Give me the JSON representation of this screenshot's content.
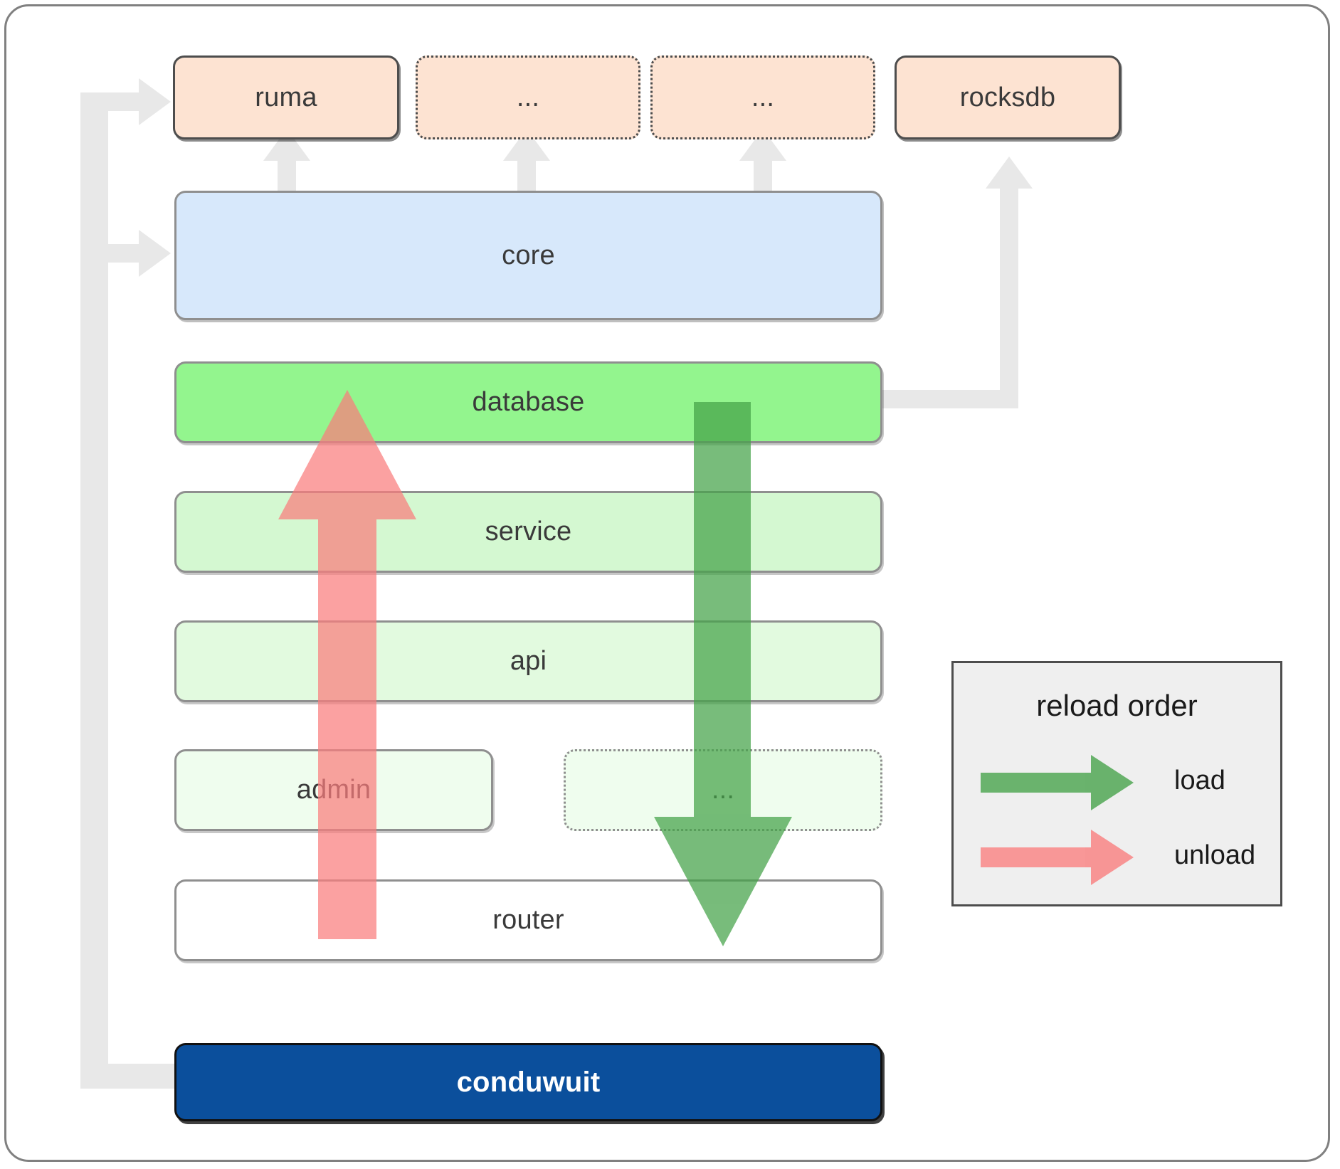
{
  "diagram": {
    "title": "conduwuit crate dependency / reload order",
    "type": "layered-architecture",
    "frame": {
      "border_color": "#808080"
    }
  },
  "dependencies": [
    {
      "id": "ruma",
      "label": "ruma",
      "style": "solid",
      "fill": "#fde3d2"
    },
    {
      "id": "dep2",
      "label": "...",
      "style": "dotted",
      "fill": "#fde3d2"
    },
    {
      "id": "dep3",
      "label": "...",
      "style": "dotted",
      "fill": "#fde3d2"
    },
    {
      "id": "rocksdb",
      "label": "rocksdb",
      "style": "solid",
      "fill": "#fde3d2"
    }
  ],
  "layers": [
    {
      "id": "core",
      "label": "core",
      "style": "solid",
      "fill": "#d7e8fb"
    },
    {
      "id": "database",
      "label": "database",
      "style": "solid",
      "fill": "#93f58e"
    },
    {
      "id": "service",
      "label": "service",
      "style": "solid",
      "fill": "#d4f8d1"
    },
    {
      "id": "api",
      "label": "api",
      "style": "solid",
      "fill": "#e2fadf"
    },
    {
      "id": "admin",
      "label": "admin",
      "style": "solid",
      "fill": "#effdee"
    },
    {
      "id": "more",
      "label": "...",
      "style": "dotted",
      "fill": "#effdee"
    },
    {
      "id": "router",
      "label": "router",
      "style": "solid",
      "fill": "#ffffff"
    }
  ],
  "root": {
    "id": "conduwuit",
    "label": "conduwuit",
    "fill": "#0b4f9c",
    "text_color": "#ffffff"
  },
  "legend": {
    "title": "reload order",
    "items": [
      {
        "label": "load",
        "color": "#5aad5a",
        "direction": "down"
      },
      {
        "label": "unload",
        "color": "#f98b8b",
        "direction": "up"
      }
    ]
  },
  "flows": [
    {
      "name": "unload-arrow",
      "label": "unload",
      "color": "#f98b8b",
      "direction": "up",
      "from": "router",
      "to": "database"
    },
    {
      "name": "load-arrow",
      "label": "load",
      "color": "#5aad5a",
      "direction": "down",
      "from": "database",
      "to": "router"
    }
  ],
  "connector_color": "#e8e8e8"
}
